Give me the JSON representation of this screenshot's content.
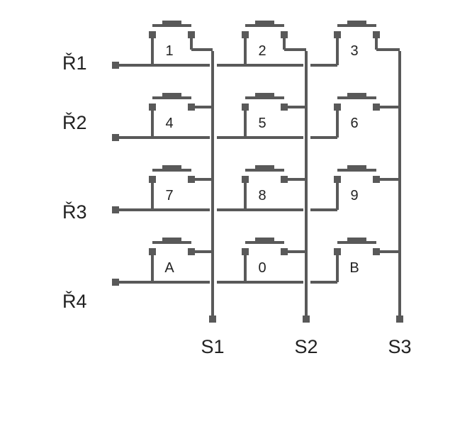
{
  "diagram": {
    "line_color": "#595959",
    "text_color": "#222222",
    "rows": [
      {
        "label": "Ř1"
      },
      {
        "label": "Ř2"
      },
      {
        "label": "Ř3"
      },
      {
        "label": "Ř4"
      }
    ],
    "columns": [
      {
        "label": "S1"
      },
      {
        "label": "S2"
      },
      {
        "label": "S3"
      }
    ],
    "keys": [
      [
        "1",
        "2",
        "3"
      ],
      [
        "4",
        "5",
        "6"
      ],
      [
        "7",
        "8",
        "9"
      ],
      [
        "A",
        "0",
        "B"
      ]
    ]
  }
}
